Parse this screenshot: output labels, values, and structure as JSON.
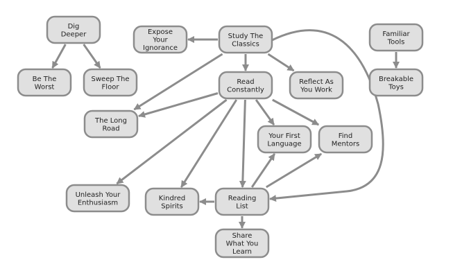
{
  "diagram": {
    "colors": {
      "node_fill": "#e0e0e0",
      "node_stroke": "#8c8c8c",
      "edge": "#8c8c8c",
      "text": "#222222"
    },
    "nodes": [
      {
        "id": "dig-deeper",
        "lines": [
          "Dig",
          "Deeper"
        ]
      },
      {
        "id": "be-the-worst",
        "lines": [
          "Be The",
          "Worst"
        ]
      },
      {
        "id": "sweep-the-floor",
        "lines": [
          "Sweep The",
          "Floor"
        ]
      },
      {
        "id": "expose-your-ignorance",
        "lines": [
          "Expose",
          "Your",
          "Ignorance"
        ]
      },
      {
        "id": "study-the-classics",
        "lines": [
          "Study The",
          "Classics"
        ]
      },
      {
        "id": "familiar-tools",
        "lines": [
          "Familiar",
          "Tools"
        ]
      },
      {
        "id": "breakable-toys",
        "lines": [
          "Breakable",
          "Toys"
        ]
      },
      {
        "id": "read-constantly",
        "lines": [
          "Read",
          "Constantly"
        ]
      },
      {
        "id": "reflect-as-you-work",
        "lines": [
          "Reflect As",
          "You Work"
        ]
      },
      {
        "id": "the-long-road",
        "lines": [
          "The Long",
          "Road"
        ]
      },
      {
        "id": "your-first-language",
        "lines": [
          "Your First",
          "Language"
        ]
      },
      {
        "id": "find-mentors",
        "lines": [
          "Find",
          "Mentors"
        ]
      },
      {
        "id": "unleash-your-enthusiasm",
        "lines": [
          "Unleash Your",
          "Enthusiasm"
        ]
      },
      {
        "id": "kindred-spirits",
        "lines": [
          "Kindred",
          "Spirits"
        ]
      },
      {
        "id": "reading-list",
        "lines": [
          "Reading",
          "List"
        ]
      },
      {
        "id": "share-what-you-learn",
        "lines": [
          "Share",
          "What You",
          "Learn"
        ]
      }
    ],
    "edges": [
      {
        "from": "dig-deeper",
        "to": "be-the-worst"
      },
      {
        "from": "dig-deeper",
        "to": "sweep-the-floor"
      },
      {
        "from": "study-the-classics",
        "to": "expose-your-ignorance"
      },
      {
        "from": "study-the-classics",
        "to": "read-constantly"
      },
      {
        "from": "study-the-classics",
        "to": "reflect-as-you-work"
      },
      {
        "from": "study-the-classics",
        "to": "the-long-road"
      },
      {
        "from": "study-the-classics",
        "to": "reading-list"
      },
      {
        "from": "familiar-tools",
        "to": "breakable-toys"
      },
      {
        "from": "read-constantly",
        "to": "the-long-road"
      },
      {
        "from": "read-constantly",
        "to": "your-first-language"
      },
      {
        "from": "read-constantly",
        "to": "find-mentors"
      },
      {
        "from": "read-constantly",
        "to": "unleash-your-enthusiasm"
      },
      {
        "from": "read-constantly",
        "to": "kindred-spirits"
      },
      {
        "from": "read-constantly",
        "to": "reading-list"
      },
      {
        "from": "reading-list",
        "to": "kindred-spirits"
      },
      {
        "from": "reading-list",
        "to": "your-first-language"
      },
      {
        "from": "reading-list",
        "to": "find-mentors"
      },
      {
        "from": "reading-list",
        "to": "share-what-you-learn"
      }
    ]
  }
}
